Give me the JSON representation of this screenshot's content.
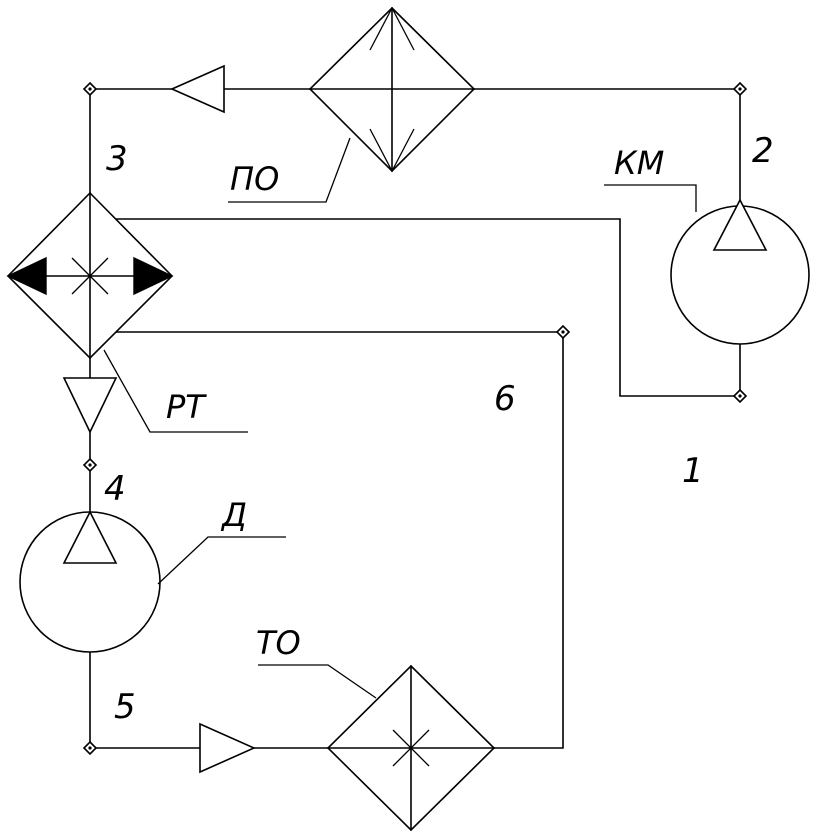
{
  "nodes": {
    "n1": "1",
    "n2": "2",
    "n3": "3",
    "n4": "4",
    "n5": "5",
    "n6": "6"
  },
  "components": {
    "compressor": "КМ",
    "condenser": "ПО",
    "regenerative_exchanger": "РТ",
    "expander": "Д",
    "heat_exchanger": "ТО"
  },
  "colors": {
    "line": "#000000",
    "background": "#ffffff"
  }
}
